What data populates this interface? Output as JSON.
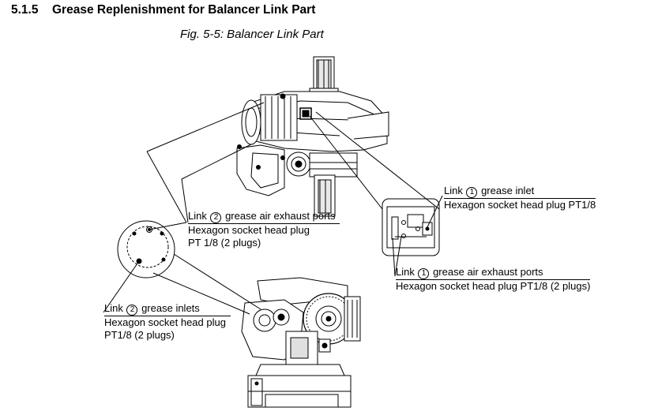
{
  "section": {
    "number": "5.1.5",
    "title": "Grease Replenishment for Balancer Link Part"
  },
  "figure": {
    "caption": "Fig. 5-5: Balancer Link Part"
  },
  "callouts": {
    "link2_exhaust": {
      "pre": "Link ",
      "circled": "2",
      "post": " grease air exhaust ports",
      "line2": "Hexagon socket head plug",
      "line3": "PT 1/8 (2 plugs)"
    },
    "link1_inlet": {
      "pre": "Link ",
      "circled": "1",
      "post": " grease inlet",
      "line2": "Hexagon socket head plug PT1/8"
    },
    "link1_exhaust": {
      "pre": "Link ",
      "circled": "1",
      "post": " grease air exhaust ports",
      "line2": "Hexagon socket head plug PT1/8 (2 plugs)"
    },
    "link2_inlets": {
      "pre": "Link ",
      "circled": "2",
      "post": " grease inlets",
      "line2": "Hexagon socket head plug",
      "line3": "PT1/8 (2 plugs)"
    }
  }
}
